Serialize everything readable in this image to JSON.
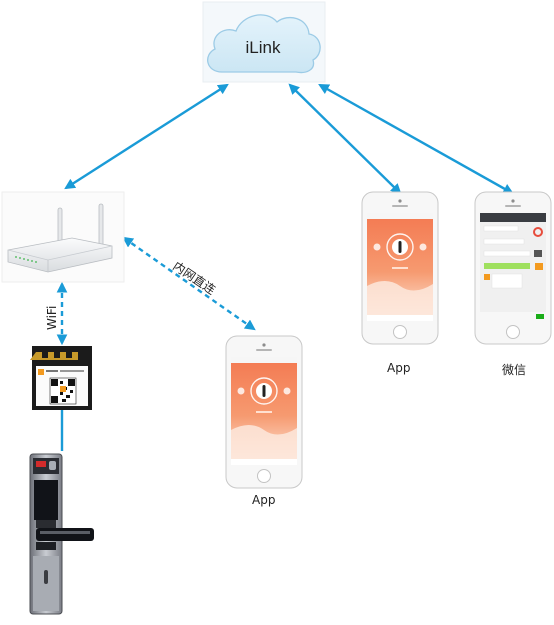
{
  "cloud": {
    "label": "iLink"
  },
  "links": {
    "wifi_label": "WiFi",
    "lan_label": "内网直连"
  },
  "phones": {
    "app_center_label": "App",
    "app_right_label": "App",
    "wechat_label": "微信"
  },
  "colors": {
    "arrow": "#1a9bd7",
    "app_orange": "#f48a5e",
    "app_orange_light": "#fbc3a6",
    "router_body": "#f2f3f4",
    "lock_metal": "#8c8f96"
  }
}
